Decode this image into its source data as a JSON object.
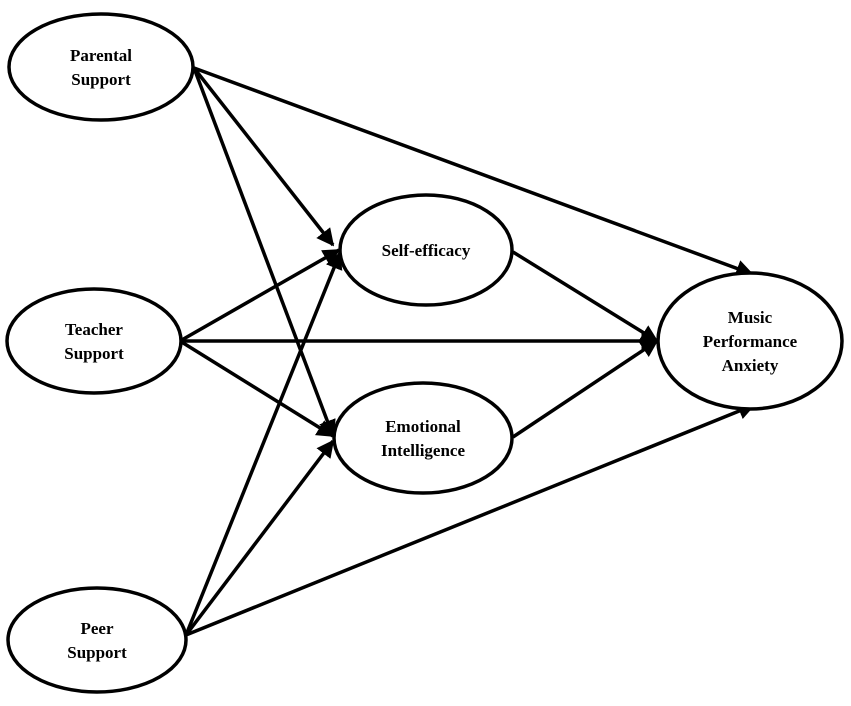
{
  "diagram": {
    "nodes": [
      {
        "id": "parental",
        "lines": [
          "Parental",
          "Support"
        ]
      },
      {
        "id": "teacher",
        "lines": [
          "Teacher",
          "Support"
        ]
      },
      {
        "id": "peer",
        "lines": [
          "Peer",
          "Support"
        ]
      },
      {
        "id": "selfefficacy",
        "lines": [
          "Self-efficacy"
        ]
      },
      {
        "id": "emotional",
        "lines": [
          "Emotional",
          "Intelligence"
        ]
      },
      {
        "id": "anxiety",
        "lines": [
          "Music",
          "Performance",
          "Anxiety"
        ]
      }
    ],
    "edges": [
      {
        "from": "parental",
        "to": "selfefficacy"
      },
      {
        "from": "parental",
        "to": "emotional"
      },
      {
        "from": "parental",
        "to": "anxiety"
      },
      {
        "from": "teacher",
        "to": "selfefficacy"
      },
      {
        "from": "teacher",
        "to": "emotional"
      },
      {
        "from": "teacher",
        "to": "anxiety"
      },
      {
        "from": "peer",
        "to": "selfefficacy"
      },
      {
        "from": "peer",
        "to": "emotional"
      },
      {
        "from": "peer",
        "to": "anxiety"
      },
      {
        "from": "selfefficacy",
        "to": "anxiety"
      },
      {
        "from": "emotional",
        "to": "anxiety"
      }
    ],
    "colors": {
      "stroke": "#000000",
      "fill": "#ffffff",
      "text": "#000000"
    }
  }
}
